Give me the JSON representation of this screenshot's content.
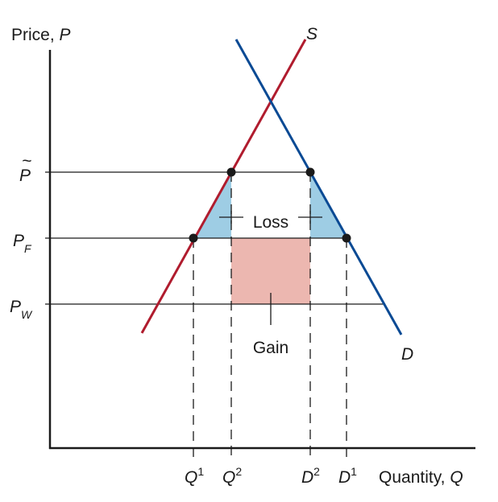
{
  "axes": {
    "y_label": "Price, ",
    "y_label_var": "P",
    "x_label": "Quantity, ",
    "x_label_var": "Q"
  },
  "curves": {
    "supply_label": "S",
    "demand_label": "D",
    "supply_color": "#b01c2e",
    "demand_color": "#0a4a94"
  },
  "price_levels": {
    "p_tilde": "P",
    "p_tilde_mark": "~",
    "pf_main": "P",
    "pf_sub": "F",
    "pw_main": "P",
    "pw_sub": "W"
  },
  "quantities": {
    "q1_main": "Q",
    "q1_sup": "1",
    "q2_main": "Q",
    "q2_sup": "2",
    "d2_main": "D",
    "d2_sup": "2",
    "d1_main": "D",
    "d1_sup": "1"
  },
  "regions": {
    "loss_label": "Loss",
    "gain_label": "Gain",
    "loss_color": "#9ecde4",
    "gain_color": "#ecb7b0"
  }
}
